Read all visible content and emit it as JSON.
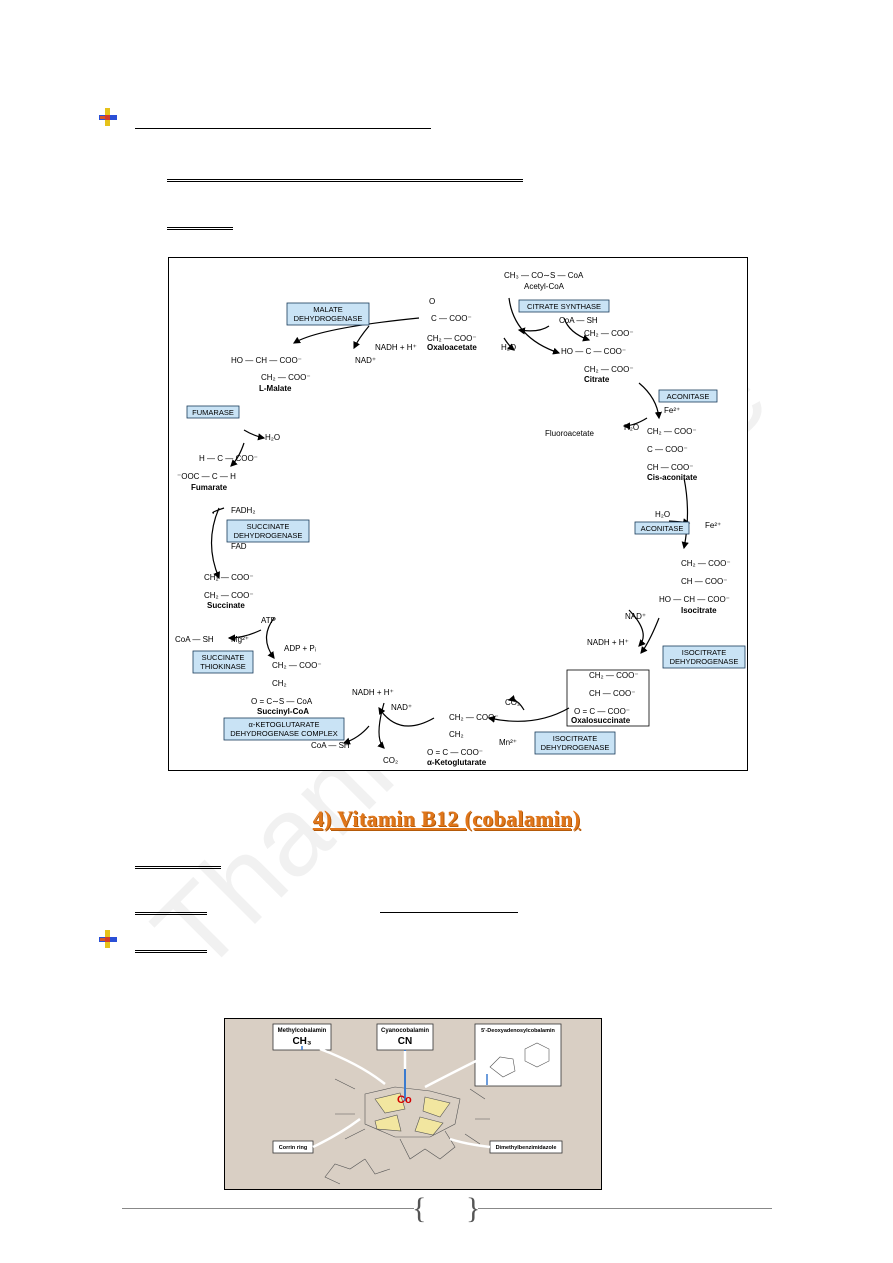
{
  "watermark": "Thank you Suite",
  "heading": "4) Vitamin B12 (cobalamin)",
  "tca": {
    "enzymes": {
      "malate_dh": [
        "MALATE",
        "DEHYDROGENASE"
      ],
      "citrate_synthase": "CITRATE SYNTHASE",
      "aconitase_1": "ACONITASE",
      "aconitase_2": "ACONITASE",
      "fumarase": "FUMARASE",
      "succinate_dh": [
        "SUCCINATE",
        "DEHYDROGENASE"
      ],
      "succinate_thiokinase": [
        "SUCCINATE",
        "THIOKINASE"
      ],
      "isocitrate_dh_1": [
        "ISOCITRATE",
        "DEHYDROGENASE"
      ],
      "isocitrate_dh_2": [
        "ISOCITRATE",
        "DEHYDROGENASE"
      ],
      "akg_dh": [
        "α-KETOGLUTARATE",
        "DEHYDROGENASE COMPLEX"
      ]
    },
    "metabolites": {
      "acetyl_coa": "Acetyl-CoA",
      "oxaloacetate": "Oxaloacetate",
      "citrate": "Citrate",
      "cis_aconitate": "Cis-aconitate",
      "isocitrate": "Isocitrate",
      "oxalosuccinate": "Oxalosuccinate",
      "ketoglutarate": "α-Ketoglutarate",
      "succinyl_coa": "Succinyl-CoA",
      "succinate": "Succinate",
      "fumarate": "Fumarate",
      "malate": "L-Malate",
      "fluoroacetate": "Fluoroacetate"
    },
    "cofactors": {
      "nadh_h_1": "NADH + H⁺",
      "nad_1": "NAD⁺",
      "h2o_1": "H₂O",
      "coa_sh_1": "CoA — SH",
      "fe_1": "Fe²⁺",
      "h2o_2": "H₂O",
      "h2o_3": "H₂O",
      "fe_2": "Fe²⁺",
      "nad_2": "NAD⁺",
      "nadh_h_2": "NADH + H⁺",
      "co2_1": "CO₂",
      "mn": "Mn²⁺",
      "nadh_h_3": "NADH + H⁺",
      "nad_3": "NAD⁺",
      "coa_sh_2": "CoA — SH",
      "co2_2": "CO₂",
      "atp": "ATP",
      "mg": "Mg²⁺",
      "adp": "ADP + Pᵢ",
      "coa_sh_3": "CoA — SH",
      "fadh2": "FADH₂",
      "fad": "FAD",
      "h2o_4": "H₂O"
    }
  },
  "b12": {
    "methylcobalamin": "Methylcobalamin",
    "ch3": "CH₃",
    "cyanocobalamin": "Cyanocobalamin",
    "cn": "CN",
    "deoxyadenosyl": "5'-Deoxyadenosylcobalamin",
    "co": "Co",
    "corrin": "Corrin ring",
    "dmb": "Dimethylbenzimidazole"
  },
  "colors": {
    "heading": "#e0761a",
    "enzyme_box": "#c9e3f5",
    "b12_bg": "#d9cfc4",
    "cobalt": "#d40000"
  }
}
